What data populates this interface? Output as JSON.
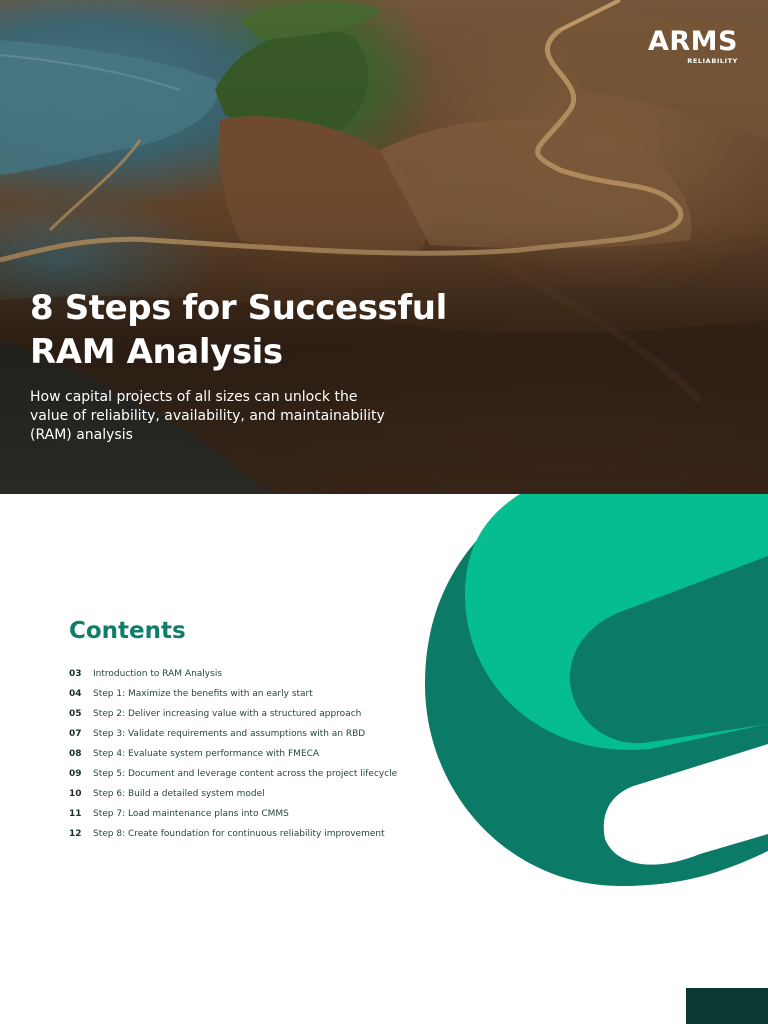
{
  "brand": {
    "wordmark": "ARMS",
    "tagline": "RELIABILITY"
  },
  "hero": {
    "title_line1": "8 Steps for Successful",
    "title_line2": "RAM Analysis",
    "subtitle": "How capital projects of all sizes can unlock the value of reliability, availability, and maintainability (RAM) analysis"
  },
  "contents": {
    "heading": "Contents",
    "items": [
      {
        "page": "03",
        "label": "Introduction to RAM Analysis"
      },
      {
        "page": "04",
        "label": "Step 1: Maximize the benefits with an early start"
      },
      {
        "page": "05",
        "label": "Step 2: Deliver increasing value with a structured approach"
      },
      {
        "page": "07",
        "label": "Step 3: Validate requirements and assumptions with an RBD"
      },
      {
        "page": "08",
        "label": "Step 4: Evaluate system performance with FMECA"
      },
      {
        "page": "09",
        "label": "Step 5: Document and leverage content across the project lifecycle"
      },
      {
        "page": "10",
        "label": "Step 6: Build a detailed system model"
      },
      {
        "page": "11",
        "label": "Step 7: Load maintenance plans into CMMS"
      },
      {
        "page": "12",
        "label": "Step 8: Create foundation for continuous reliability improvement"
      }
    ]
  },
  "colors": {
    "accent_green": "#0f7d67",
    "shape_light": "#06bd91",
    "shape_dark": "#0b7a66",
    "dark_block": "#0a3a33"
  }
}
